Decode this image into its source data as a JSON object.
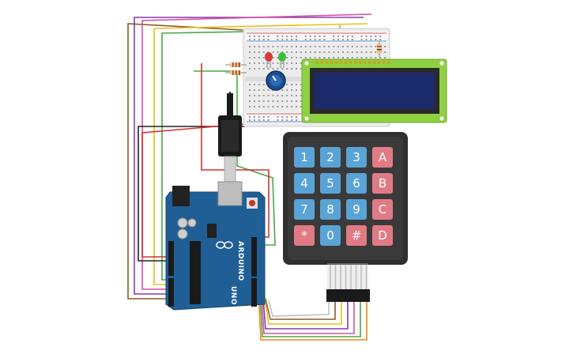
{
  "diagram": {
    "keypad": {
      "rows": [
        [
          {
            "label": "1",
            "kind": "num"
          },
          {
            "label": "2",
            "kind": "num"
          },
          {
            "label": "3",
            "kind": "num"
          },
          {
            "label": "A",
            "kind": "letter"
          }
        ],
        [
          {
            "label": "4",
            "kind": "num"
          },
          {
            "label": "5",
            "kind": "num"
          },
          {
            "label": "6",
            "kind": "num"
          },
          {
            "label": "B",
            "kind": "letter"
          }
        ],
        [
          {
            "label": "7",
            "kind": "num"
          },
          {
            "label": "8",
            "kind": "num"
          },
          {
            "label": "9",
            "kind": "num"
          },
          {
            "label": "C",
            "kind": "letter"
          }
        ],
        [
          {
            "label": "*",
            "kind": "letter"
          },
          {
            "label": "0",
            "kind": "num"
          },
          {
            "label": "#",
            "kind": "letter"
          },
          {
            "label": "D",
            "kind": "letter"
          }
        ]
      ]
    },
    "arduino": {
      "brand": "ARDUINO",
      "model": "UNO"
    },
    "colors": {
      "board_blue": "#1f5f95",
      "lcd_green": "#8fd043",
      "lcd_screen": "#1b2a6b",
      "keypad_body": "#2f2f2f",
      "key_blue": "#5aa3d6",
      "key_red": "#e07b85",
      "breadboard": "#ececec"
    }
  }
}
